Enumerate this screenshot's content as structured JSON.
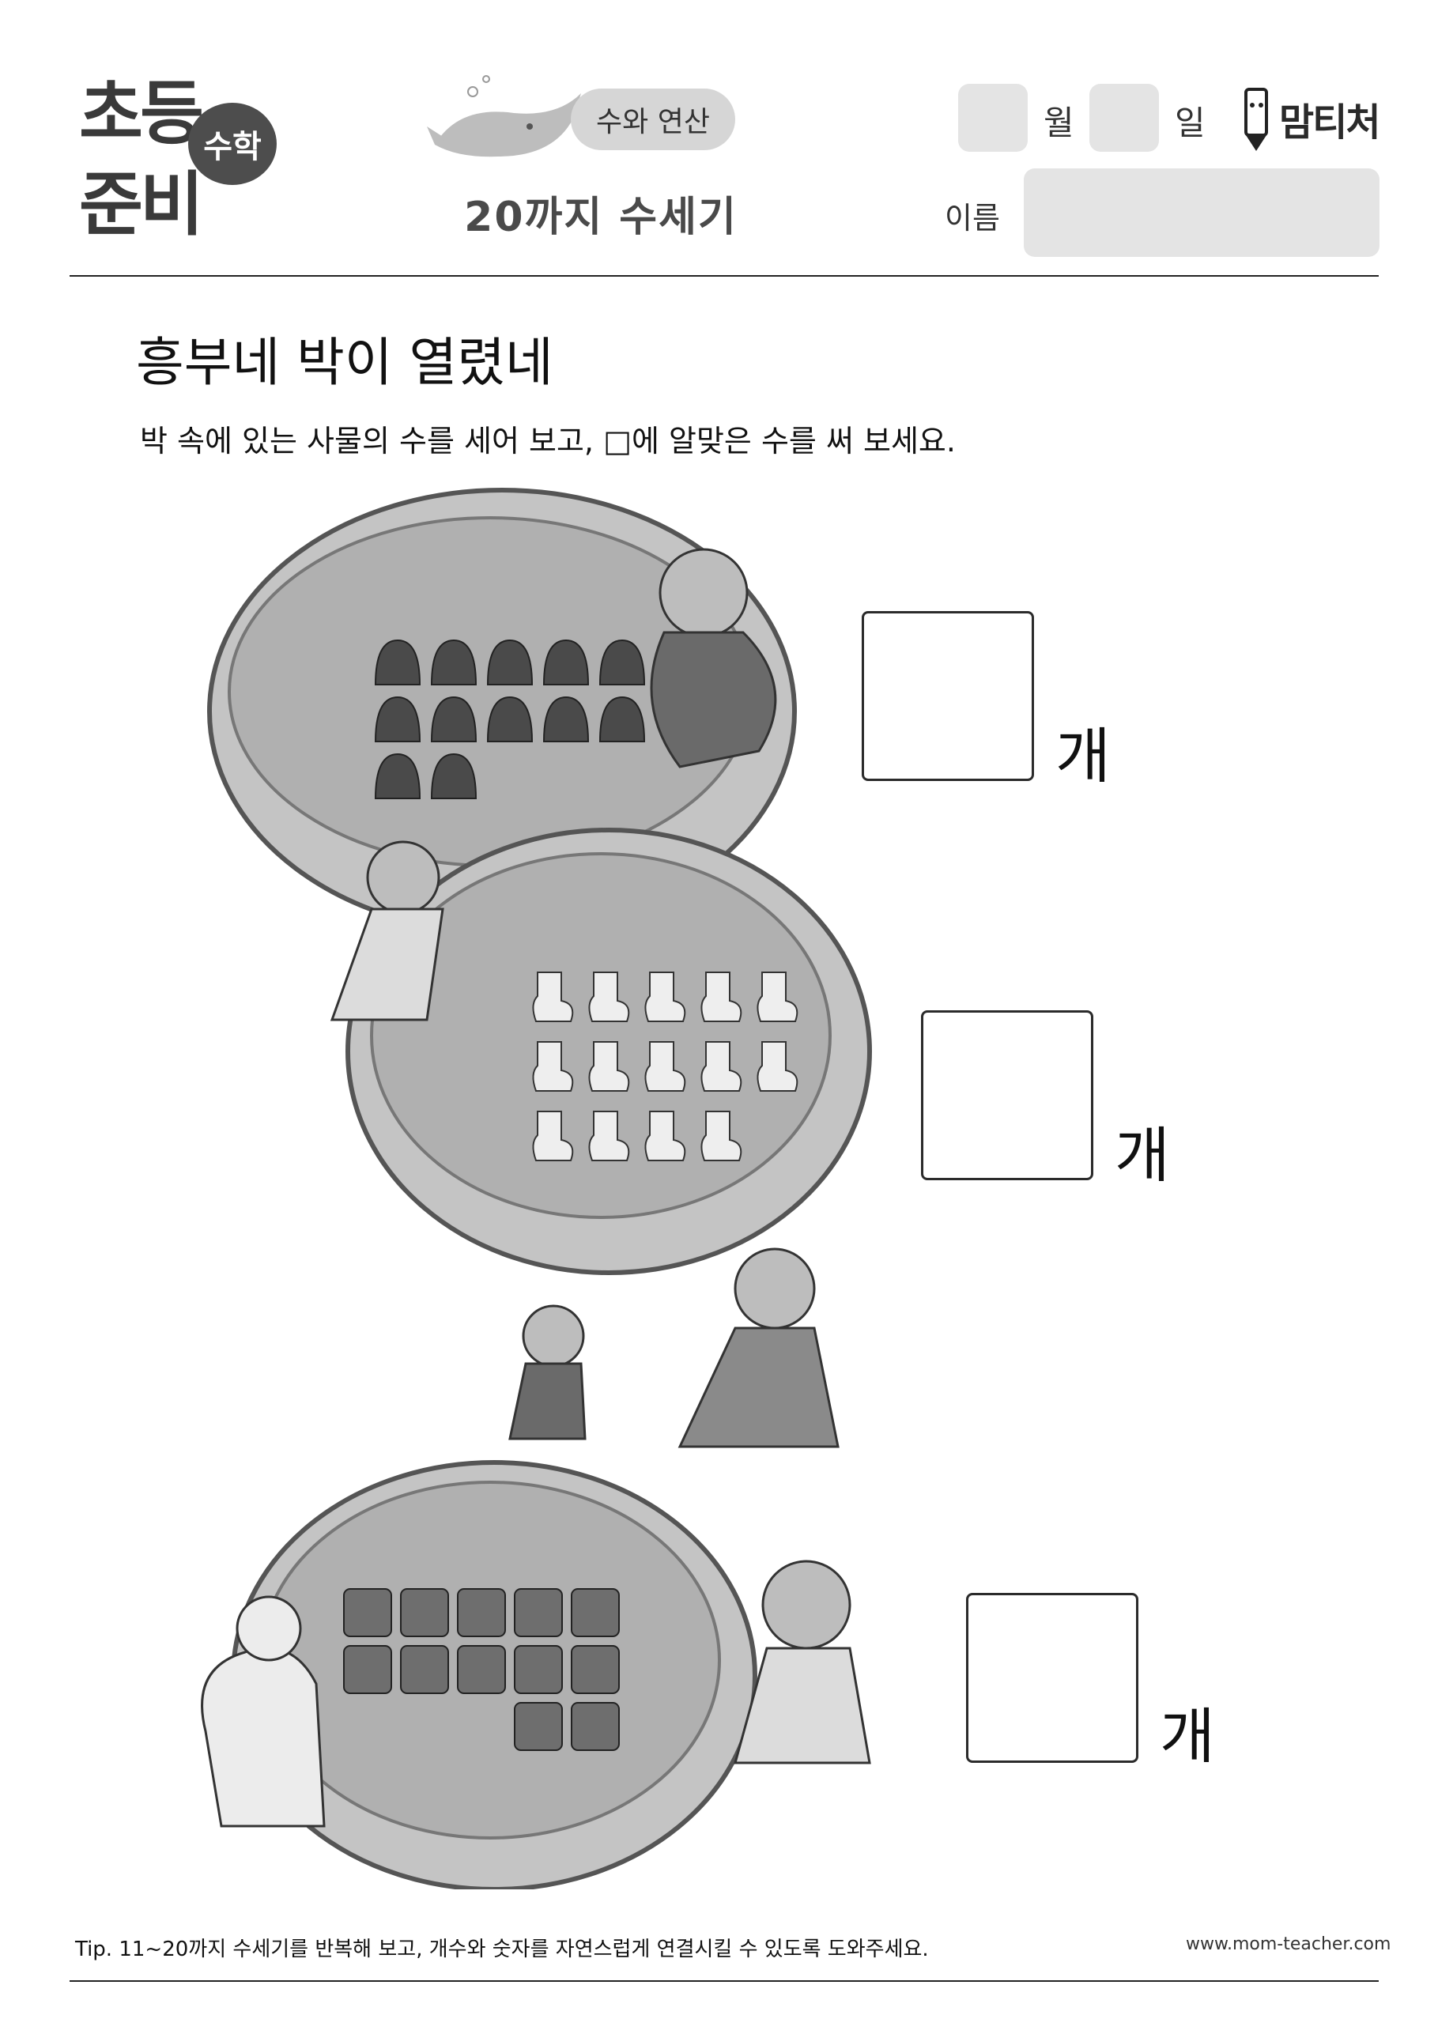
{
  "header": {
    "brand_line1": "초등",
    "brand_line2": "준비",
    "brand_bubble": "수학",
    "topic": "수와 연산",
    "title": "20까지 수세기",
    "month_label": "월",
    "day_label": "일",
    "name_label": "이름",
    "logo": "맘티처"
  },
  "activity": {
    "heading": "흥부네 박이 열렸네",
    "instruction": "박 속에 있는 사물의 수를 세어 보고, □에 알맞은 수를 써 보세요.",
    "items": [
      {
        "object": "rice-ball",
        "count": 12,
        "unit": "개"
      },
      {
        "object": "sock",
        "count": 14,
        "unit": "개"
      },
      {
        "object": "cushion",
        "count": 12,
        "unit": "개"
      }
    ]
  },
  "footer": {
    "tip": "Tip. 11~20까지 수세기를 반복해 보고, 개수와 숫자를 자연스럽게 연결시킬 수 있도록 도와주세요.",
    "website": "www.mom-teacher.com"
  },
  "colors": {
    "background": "#ffffff",
    "gourd_shell": "#c4c4c4",
    "gourd_inside": "#b0b0b0",
    "object_dark": "#4a4a4a",
    "field_grey": "#e4e4e4"
  }
}
